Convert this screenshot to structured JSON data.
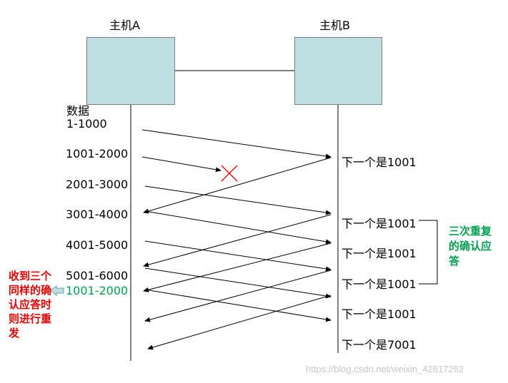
{
  "hosts": {
    "a_label": "主机A",
    "b_label": "主机B"
  },
  "host_a": {
    "data_heading": "数据",
    "segments": [
      "1-1000",
      "1001-2000",
      "2001-3000",
      "3001-4000",
      "4001-5000",
      "5001-6000"
    ],
    "retransmit": "1001-2000"
  },
  "host_b": {
    "acks": [
      "下一个是1001",
      "下一个是1001",
      "下一个是1001",
      "下一个是1001",
      "下一个是1001",
      "下一个是7001"
    ]
  },
  "notes": {
    "left_red": "收到三个同样的确认应答时则进行重发",
    "right_green": "三次重复的确认应答"
  },
  "watermark": "https://blog.csdn.net/weixin_42617262",
  "colors": {
    "host_box": "#bfe0e3",
    "lost_mark": "#e60000",
    "left_note": "#e60000",
    "right_note": "#00a050",
    "retransmit_label": "#00a050",
    "arrow_hint": "#bfe0e3"
  },
  "icons": {
    "lost": "red-x-icon",
    "pointer": "left-arrow-icon"
  }
}
